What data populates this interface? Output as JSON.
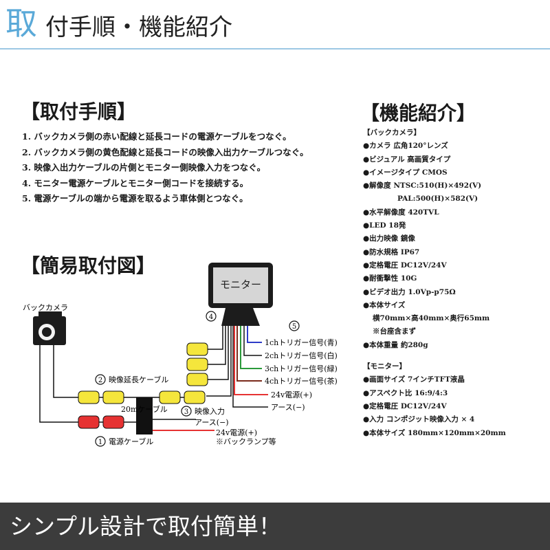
{
  "header": {
    "title_first": "取",
    "title_rest": "付手順・機能紹介"
  },
  "install": {
    "title": "【取付手順】",
    "steps": [
      "1. バックカメラ側の赤い配線と延長コードの電源ケーブルをつなぐ。",
      "2. バックカメラ側の黄色配線と延長コードの映像入出力ケーブルつなぐ。",
      "3. 映像入出力ケーブルの片側とモニター側映像入力をつなぐ。",
      "4. モニター電源ケーブルとモニター側コードを接続する。",
      "5. 電源ケーブルの端から電源を取るよう車体側とつなぐ。"
    ]
  },
  "diagram": {
    "title": "【簡易取付図】",
    "monitor": "モニター",
    "camera": "バックカメラ",
    "n1": "1",
    "n2": "2",
    "n3": "3",
    "n4": "4",
    "n5": "5",
    "power_cable": "電源ケーブル",
    "ext_cable": "映像延長ケーブル",
    "cable_20m": "20mケーブル",
    "video_in": "映像入力",
    "ground1": "アース(−)",
    "power1": "24v電源(+)",
    "note": "※バックランプ等",
    "trig1": "1chトリガー信号(青)",
    "trig2": "2chトリガー信号(白)",
    "trig3": "3chトリガー信号(緑)",
    "trig4": "4chトリガー信号(茶)",
    "power2": "24v電源(+)",
    "ground2": "アース(−)"
  },
  "features": {
    "title": "【機能紹介】",
    "camera_heading": "【バックカメラ】",
    "camera_items": [
      {
        "text": "●カメラ 広角120°レンズ",
        "indent": 0
      },
      {
        "text": "●ビジュアル 高画質タイプ",
        "indent": 0
      },
      {
        "text": "●イメージタイプ CMOS",
        "indent": 0
      },
      {
        "text": "●解像度 NTSC:510(H)×492(V)",
        "indent": 0
      },
      {
        "text": "PAL:500(H)×582(V)",
        "indent": 2
      },
      {
        "text": "●水平解像度 420TVL",
        "indent": 0
      },
      {
        "text": "●LED 18発",
        "indent": 0
      },
      {
        "text": "●出力映像 鏡像",
        "indent": 0
      },
      {
        "text": "●防水規格 IP67",
        "indent": 0
      },
      {
        "text": "●定格電圧 DC12V/24V",
        "indent": 0
      },
      {
        "text": "●耐衝撃性 10G",
        "indent": 0
      },
      {
        "text": "●ビデオ出力 1.0Vp-p75Ω",
        "indent": 0
      },
      {
        "text": "●本体サイズ",
        "indent": 0
      },
      {
        "text": "横70mm×高40mm×奥行65mm",
        "indent": 1
      },
      {
        "text": "※台座含まず",
        "indent": 1
      },
      {
        "text": "●本体重量 約280g",
        "indent": 0
      }
    ],
    "monitor_heading": "【モニター】",
    "monitor_items": [
      "●画面サイズ 7インチTFT液晶",
      "●アスペクト比 16:9/4:3",
      "●定格電圧 DC12V/24V",
      "●入力 コンポジット映像入力 × 4",
      "●本体サイズ 180mm×120mm×20mm"
    ]
  },
  "footer": {
    "text": "シンプル設計で取付簡単！"
  },
  "colors": {
    "accent": "#5aa9d8",
    "footer_bg": "#3c3c3c",
    "yellow": "#f5e63c",
    "red": "#e63232",
    "blue": "#2d3cc8",
    "green": "#2a9a3a",
    "brown": "#7a2a1a"
  }
}
